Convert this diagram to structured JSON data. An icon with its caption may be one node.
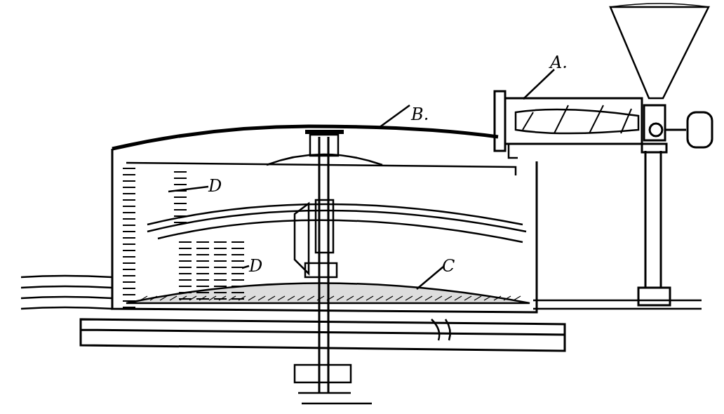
{
  "diagram": {
    "nodes": [
      {
        "text": [
          "A."
        ]
      },
      {
        "text": [
          "B."
        ]
      },
      {
        "text": [
          "D"
        ]
      },
      {
        "text": [
          "D"
        ]
      },
      {
        "text": [
          "C"
        ]
      }
    ],
    "edges": [
      {
        "from": 0,
        "to": null,
        "arrow": "none"
      },
      {
        "from": 1,
        "to": null,
        "arrow": "none"
      },
      {
        "from": 2,
        "to": null,
        "arrow": "none"
      },
      {
        "from": 3,
        "to": null,
        "arrow": "none"
      },
      {
        "from": 4,
        "to": null,
        "arrow": "none"
      }
    ]
  }
}
